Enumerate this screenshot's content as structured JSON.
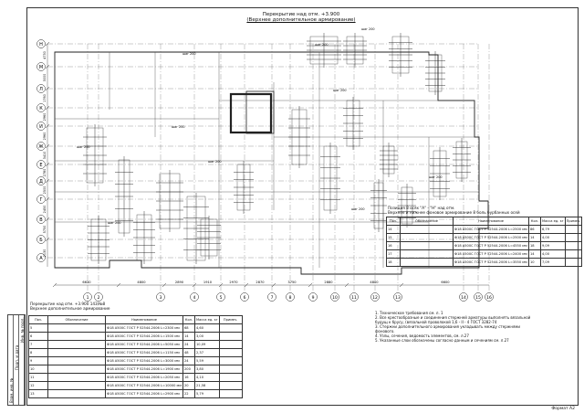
{
  "drawing": {
    "title": "Перекрытие над отм. +3.900",
    "subtitle": "(Верхнее дополнительное армирование)",
    "format": "Формат А2",
    "sidebar_labels": [
      "Взам. инв. №",
      "Подп. и дата",
      "Инв. № подл."
    ],
    "row_axes": [
      "Н",
      "М",
      "Л",
      "К",
      "И",
      "Ж",
      "Е",
      "Д",
      "Г",
      "В",
      "Б",
      "А"
    ],
    "col_axes": [
      "1",
      "2",
      "3",
      "4",
      "5",
      "6",
      "7",
      "8",
      "9",
      "10",
      "11",
      "12",
      "13",
      "14",
      "15",
      "16"
    ],
    "dims_bottom": [
      "6630",
      "4800",
      "2890",
      "1910",
      "2970",
      "2870",
      "3750",
      "2880",
      "4800",
      "6600"
    ],
    "dims_left": [
      "4730",
      "3000",
      "1760",
      "2960",
      "2960",
      "3410",
      "2780",
      "2500",
      "2450",
      "5750",
      "2130"
    ],
    "rebar_labels": [
      "шаг 200",
      "шаг 200",
      "шаг 200",
      "шаг 200",
      "шаг 200",
      "шаг 200",
      "шаг 200",
      "шаг 200",
      "шаг 200",
      "шаг 200"
    ]
  },
  "table_right": {
    "caption_lines": [
      "Позиция 8 осях \"А\" - \"Н\" над отм.",
      "Верхнее и нижнее фоновое армирование 8 боль бурбанных осей"
    ],
    "headers": [
      "Поз.",
      "Обозначение",
      "Наименование",
      "Кол.",
      "Масса ед. кг",
      "Примеч."
    ],
    "rows": [
      [
        "14",
        "",
        "Ф18 А500С ГОСТ Р 52544-2006 L=2500 мм",
        "86",
        "6,79",
        ""
      ],
      [
        "15",
        "",
        "Ф18 А500С ГОСТ Р 52544-2006 L=2500 мм",
        "14",
        "4,00",
        ""
      ],
      [
        "16",
        "",
        "Ф18 А500С ГОСТ Р 52544-2006 L=4550 мм",
        "18",
        "9,09",
        ""
      ],
      [
        "17",
        "",
        "Ф18 А500С ГОСТ Р 52544-2006 L=2400 мм",
        "14",
        "4,00",
        ""
      ],
      [
        "18",
        "",
        "Ф18 А500С ГОСТ Р 52544-2006 L=3550 мм",
        "10",
        "7,09",
        ""
      ]
    ]
  },
  "table_left": {
    "caption_lines": [
      "Перекрытие над отм. +3.900          143/№8",
      "Верхнее дополнительное армирование"
    ],
    "headers": [
      "Поз.",
      "Обозначение",
      "Наименование",
      "Кол.",
      "Масса ед. кг",
      "Примеч."
    ],
    "rows": [
      [
        "5",
        "",
        "Ф18 А500С ГОСТ Р 52544-2006 L=2300 мм",
        "68",
        "4,60",
        ""
      ],
      [
        "6",
        "",
        "Ф18 А500С ГОСТ Р 52544-2006 L=1500 мм",
        "14",
        "3,00",
        ""
      ],
      [
        "7",
        "",
        "Ф18 А500С ГОСТ Р 52544-2006 L=5050 мм",
        "24",
        "10,09",
        ""
      ],
      [
        "8",
        "",
        "Ф18 А500С ГОСТ Р 52544-2006 L=1150 мм",
        "48",
        "2,37",
        ""
      ],
      [
        "9",
        "",
        "Ф18 А500С ГОСТ Р 52544-2006 L=3000 мм",
        "24",
        "5,59",
        ""
      ],
      [
        "10",
        "",
        "Ф18 А500С ГОСТ Р 52544-2006 L=1900 мм",
        "200",
        "3,80",
        ""
      ],
      [
        "11",
        "",
        "Ф18 А500С ГОСТ Р 52544-2006 L=2050 мм",
        "16",
        "4,10",
        ""
      ],
      [
        "12",
        "",
        "Ф18 А500С ГОСТ Р 52544-2006 L=10000 мм",
        "20",
        "21,58",
        ""
      ],
      [
        "13",
        "",
        "Ф18 А500С ГОСТ Р 52544-2006 L=2900 мм",
        "22",
        "5,79",
        ""
      ]
    ]
  },
  "notes": [
    "1. Техническое требования см. л. 1",
    "2. Все крестообразные и соединения стержней арматуры выполнять вязальной",
    "   будущ к брусу, (вязальной проволокой 1,6 - II - 4 ГОСТ 3282-74",
    "3. Стержни дополнительного армирования укладывать между стержнями",
    "   фонового.",
    "4. Узлы, сечения, ведомость элементов, см. л.27",
    "5. Указанные слои обозначены согласно данным и сечениям см. л.27"
  ]
}
